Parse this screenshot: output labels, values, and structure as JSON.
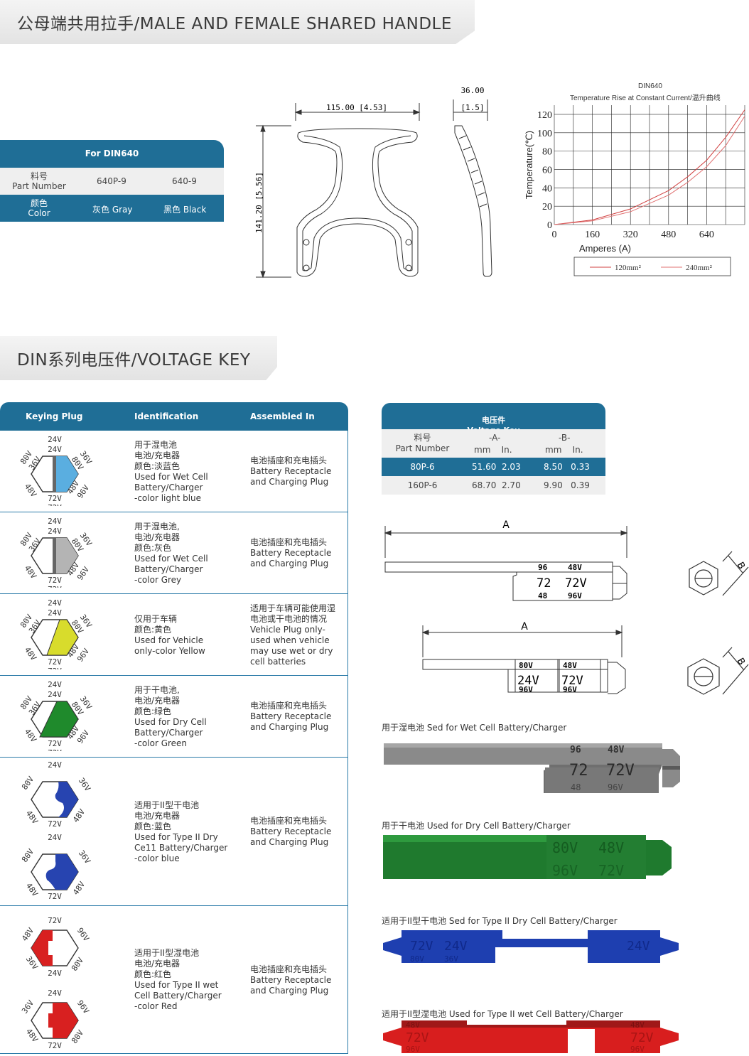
{
  "section1": {
    "title": "公母端共用拉手/MALE AND FEMALE SHARED HANDLE",
    "table": {
      "header": "For DIN640",
      "rows": [
        {
          "label": "料号\nPart Number",
          "v1": "640P-9",
          "v2": "640-9"
        },
        {
          "label": "颜色\nColor",
          "v1": "灰色 Gray",
          "v2": "黑色 Black"
        }
      ]
    },
    "drawing": {
      "width_dim": "115.00 [4.53]",
      "height_dim": "141.20 [5.56]",
      "thick_dim_top": "36.00",
      "thick_dim_bottom": "[1.5]"
    },
    "chart": {
      "title": "DIN640",
      "subtitle": "Temperature Rise at Constant Current/温升曲线",
      "ylabel": "Temperature(℃)",
      "xlabel": "Amperes (A)",
      "yticks": [
        "0",
        "20",
        "40",
        "60",
        "80",
        "100",
        "120"
      ],
      "xticks": [
        "0",
        "160",
        "320",
        "480",
        "640"
      ],
      "legend": [
        "120mm²",
        "240mm²"
      ]
    }
  },
  "chart_data": {
    "type": "line",
    "title": "DIN640",
    "subtitle": "Temperature Rise at Constant Current/温升曲线",
    "xlabel": "Amperes (A)",
    "ylabel": "Temperature(℃)",
    "xlim": [
      0,
      800
    ],
    "ylim": [
      0,
      130
    ],
    "grid": true,
    "legend_position": "bottom",
    "series": [
      {
        "name": "120mm²",
        "color": "#d04040",
        "x": [
          0,
          160,
          320,
          480,
          560,
          640,
          720,
          800
        ],
        "y": [
          0,
          5,
          17,
          37,
          52,
          70,
          95,
          125
        ]
      },
      {
        "name": "240mm²",
        "color": "#e07070",
        "x": [
          0,
          160,
          320,
          480,
          560,
          640,
          720,
          800
        ],
        "y": [
          0,
          4,
          14,
          32,
          46,
          63,
          86,
          118
        ]
      }
    ]
  },
  "section2": {
    "title": "DIN系列电压件/VOLTAGE KEY",
    "table_headers": [
      "Keying Plug",
      "Identification",
      "Assembled In"
    ],
    "rows": [
      {
        "ident": "用于湿电池\n电池/充电器\n颜色:淡蓝色\nUsed for Wet Cell\nBattery/Charger\n-color light blue",
        "assembled": "电池插座和充电插头\nBattery Receptacle\nand Charging Plug",
        "color": "#5aaee0"
      },
      {
        "ident": "用于湿电池,\n电池/充电器\n颜色:灰色\nUsed for Wet Cell\nBattery/Charger\n-color Grey",
        "assembled": "电池插座和充电插头\nBattery Receptacle\nand Charging Plug",
        "color": "#b4b4b4"
      },
      {
        "ident": "仅用于车辆\n颜色:黄色\nUsed for Vehicle\nonly-color Yellow",
        "assembled": "适用于车辆可能使用湿\n电池或干电池的情况\nVehicle Plug only-\nused when vehicle\nmay use wet or dry\ncell batteries",
        "color": "#d8dc2c"
      },
      {
        "ident": "用于干电池,\n电池/充电器\n颜色:绿色\nUsed for Dry Cell\nBattery/Charger\n-color Green",
        "assembled": "电池插座和充电插头\nBattery Receptacle\nand Charging Plug",
        "color": "#1f8a2c"
      },
      {
        "ident": "适用于II型干电池\n电池/充电器\n颜色:蓝色\nUsed for Type II Dry\nCe11 Battery/Charger\n-color blue",
        "assembled": "电池插座和充电插头\nBattery Receptacle\nand Charging Plug",
        "color": "#2744b0"
      },
      {
        "ident": "适用于II型湿电池\n电池/充电器\n颜色:红色\nUsed for Type II wet\nCell Battery/Charger\n-color Red",
        "assembled": "电池插座和充电插头\nBattery Receptacle\nand Charging Plug",
        "color": "#d82020"
      }
    ],
    "hex_labels": {
      "top": "24V",
      "top2": "24V",
      "bottom": "72V",
      "bottom2": "72V",
      "l1": "80V",
      "l2": "36V",
      "l3": "48V",
      "r1": "36V",
      "r2": "80V",
      "r3": "48V",
      "r4": "96V",
      "r4b": "96V",
      "ll": "48V"
    },
    "vk_table": {
      "title": "电压件\nVoltage Key",
      "col_label": "料号\nPart Number",
      "col_a": "-A-",
      "col_b": "-B-",
      "units": "mm    In.",
      "rows": [
        {
          "part": "80P-6",
          "a": "51.60  2.03",
          "b": "8.50   0.33"
        },
        {
          "part": "160P-6",
          "a": "68.70  2.70",
          "b": "9.90   0.39"
        }
      ]
    },
    "dim_a": "A",
    "dim_b": "B",
    "key_labels": {
      "k1": "96",
      "k2": "48V",
      "k3": "72",
      "k4": "72V",
      "k5": "48",
      "k6": "96V",
      "k7": "80V",
      "k8": "24V"
    },
    "captions": [
      "用于湿电池 Sed for Wet Cell Battery/Charger",
      "用于干电池 Used for Dry Cell Battery/Charger",
      "适用于II型干电池 Sed for Type II Dry Cell Battery/Charger",
      "适用于II型湿电池 Used for Type II wet Cell Battery/Charger"
    ],
    "colors": {
      "accent": "#1f6e96",
      "grey": "#7a7a7a",
      "green": "#1f7a2e",
      "blue": "#1e3fb0",
      "red": "#d81e1e"
    }
  }
}
